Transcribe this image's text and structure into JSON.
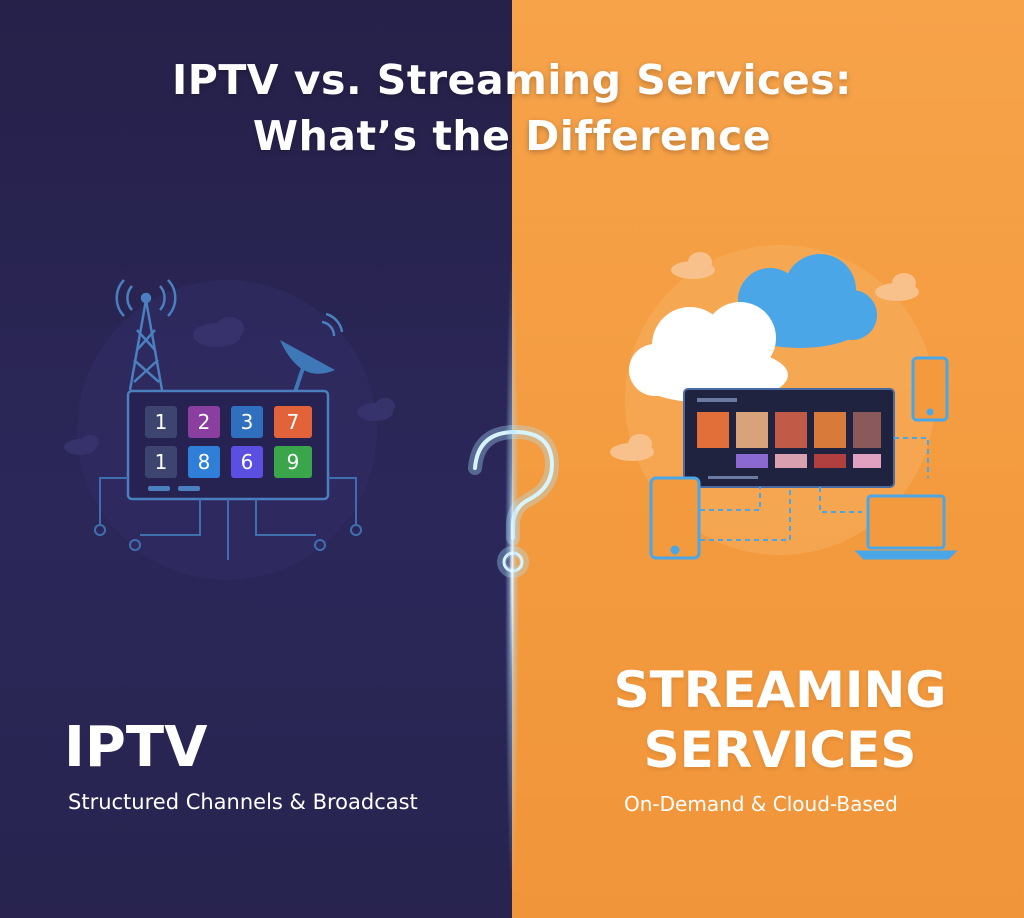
{
  "title": {
    "line1": "IPTV vs. Streaming Services:",
    "line2": "What’s the Difference"
  },
  "left": {
    "heading": "IPTV",
    "subtitle": "Structured Channels & Broadcast",
    "channels": [
      {
        "label": "1",
        "color": "#3d4470"
      },
      {
        "label": "2",
        "color": "#8a3ea0"
      },
      {
        "label": "3",
        "color": "#2f6fbe"
      },
      {
        "label": "7",
        "color": "#e2623a"
      },
      {
        "label": "1",
        "color": "#3d4470"
      },
      {
        "label": "8",
        "color": "#2f7fd8"
      },
      {
        "label": "6",
        "color": "#5a4fe0"
      },
      {
        "label": "9",
        "color": "#3aa54a"
      }
    ]
  },
  "right": {
    "heading_line1": "STREAMING",
    "heading_line2": "SERVICES",
    "subtitle": "On-Demand & Cloud-Based"
  },
  "colors": {
    "left_bg": "#262149",
    "right_bg": "#f39a3e",
    "line": "#4a7fc0",
    "cloud_blue": "#4aa6e6",
    "glow": "#a8e4ff"
  },
  "icons": [
    "antenna-tower-icon",
    "satellite-dish-icon",
    "question-mark-icon",
    "cloud-icon",
    "smartphone-icon",
    "tablet-icon",
    "laptop-icon"
  ]
}
